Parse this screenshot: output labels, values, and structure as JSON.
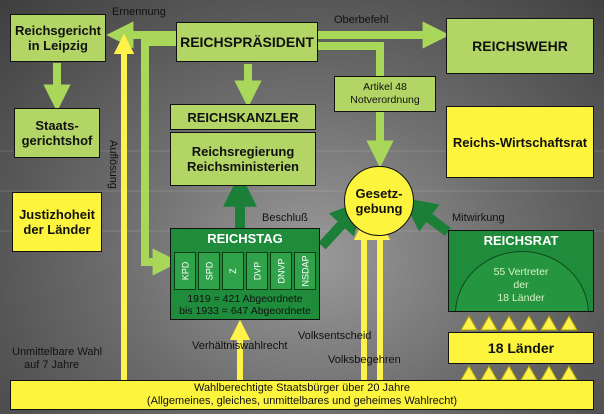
{
  "boxes": {
    "reichsgericht": "Reichsgericht in Leipzig",
    "reichspraesident": "REICHSPRÄSIDENT",
    "reichswehr": "REICHSWEHR",
    "staatsgerichtshof": "Staats-gerichtshof",
    "reichskanzler": "REICHSKANZLER",
    "reichsregierung": "Reichsregierung Reichsministerien",
    "wirtschaftsrat": "Reichs-Wirtschaftsrat",
    "justizhoheit": "Justizhoheit der Länder",
    "gesetzgebung": "Gesetz-gebung",
    "artikel48": "Artikel 48 Notverordnung",
    "reichstag": "REICHSTAG",
    "reichstag_line1": "1919 = 421 Abgeordnete",
    "reichstag_line2": "bis 1933 = 647 Abgeordnete",
    "reichsrat": "REICHSRAT",
    "reichsrat_line1": "55 Vertreter",
    "reichsrat_line2": "der",
    "reichsrat_line3": "18 Länder",
    "laender": "18 Länder",
    "waehler_line1": "Wahlberechtigte Staatsbürger über 20 Jahre",
    "waehler_line2": "(Allgemeines, gleiches, unmittelbares und geheimes Wahlrecht)"
  },
  "parties": [
    "KPD",
    "SPD",
    "Z",
    "DVP",
    "DNVP",
    "NSDAP"
  ],
  "labels": {
    "ernennung": "Ernennung",
    "oberbefehl": "Oberbefehl",
    "aufloesung": "Auflösung",
    "beschluss": "Beschluß",
    "mitwirkung": "Mitwirkung",
    "volksentscheid": "Volksentscheid",
    "volksbegehren": "Volksbegehren",
    "verhaeltniswahlrecht": "Verhältniswahlrecht",
    "unmittelbare_wahl_1": "Unmittelbare Wahl",
    "unmittelbare_wahl_2": "auf 7 Jahre"
  },
  "colors": {
    "green": "#b2d565",
    "yellow": "#fdf43d",
    "dark_green": "#1f8c3c",
    "arrow_green": "#a8d75a",
    "arrow_yellow": "#fff24a"
  }
}
